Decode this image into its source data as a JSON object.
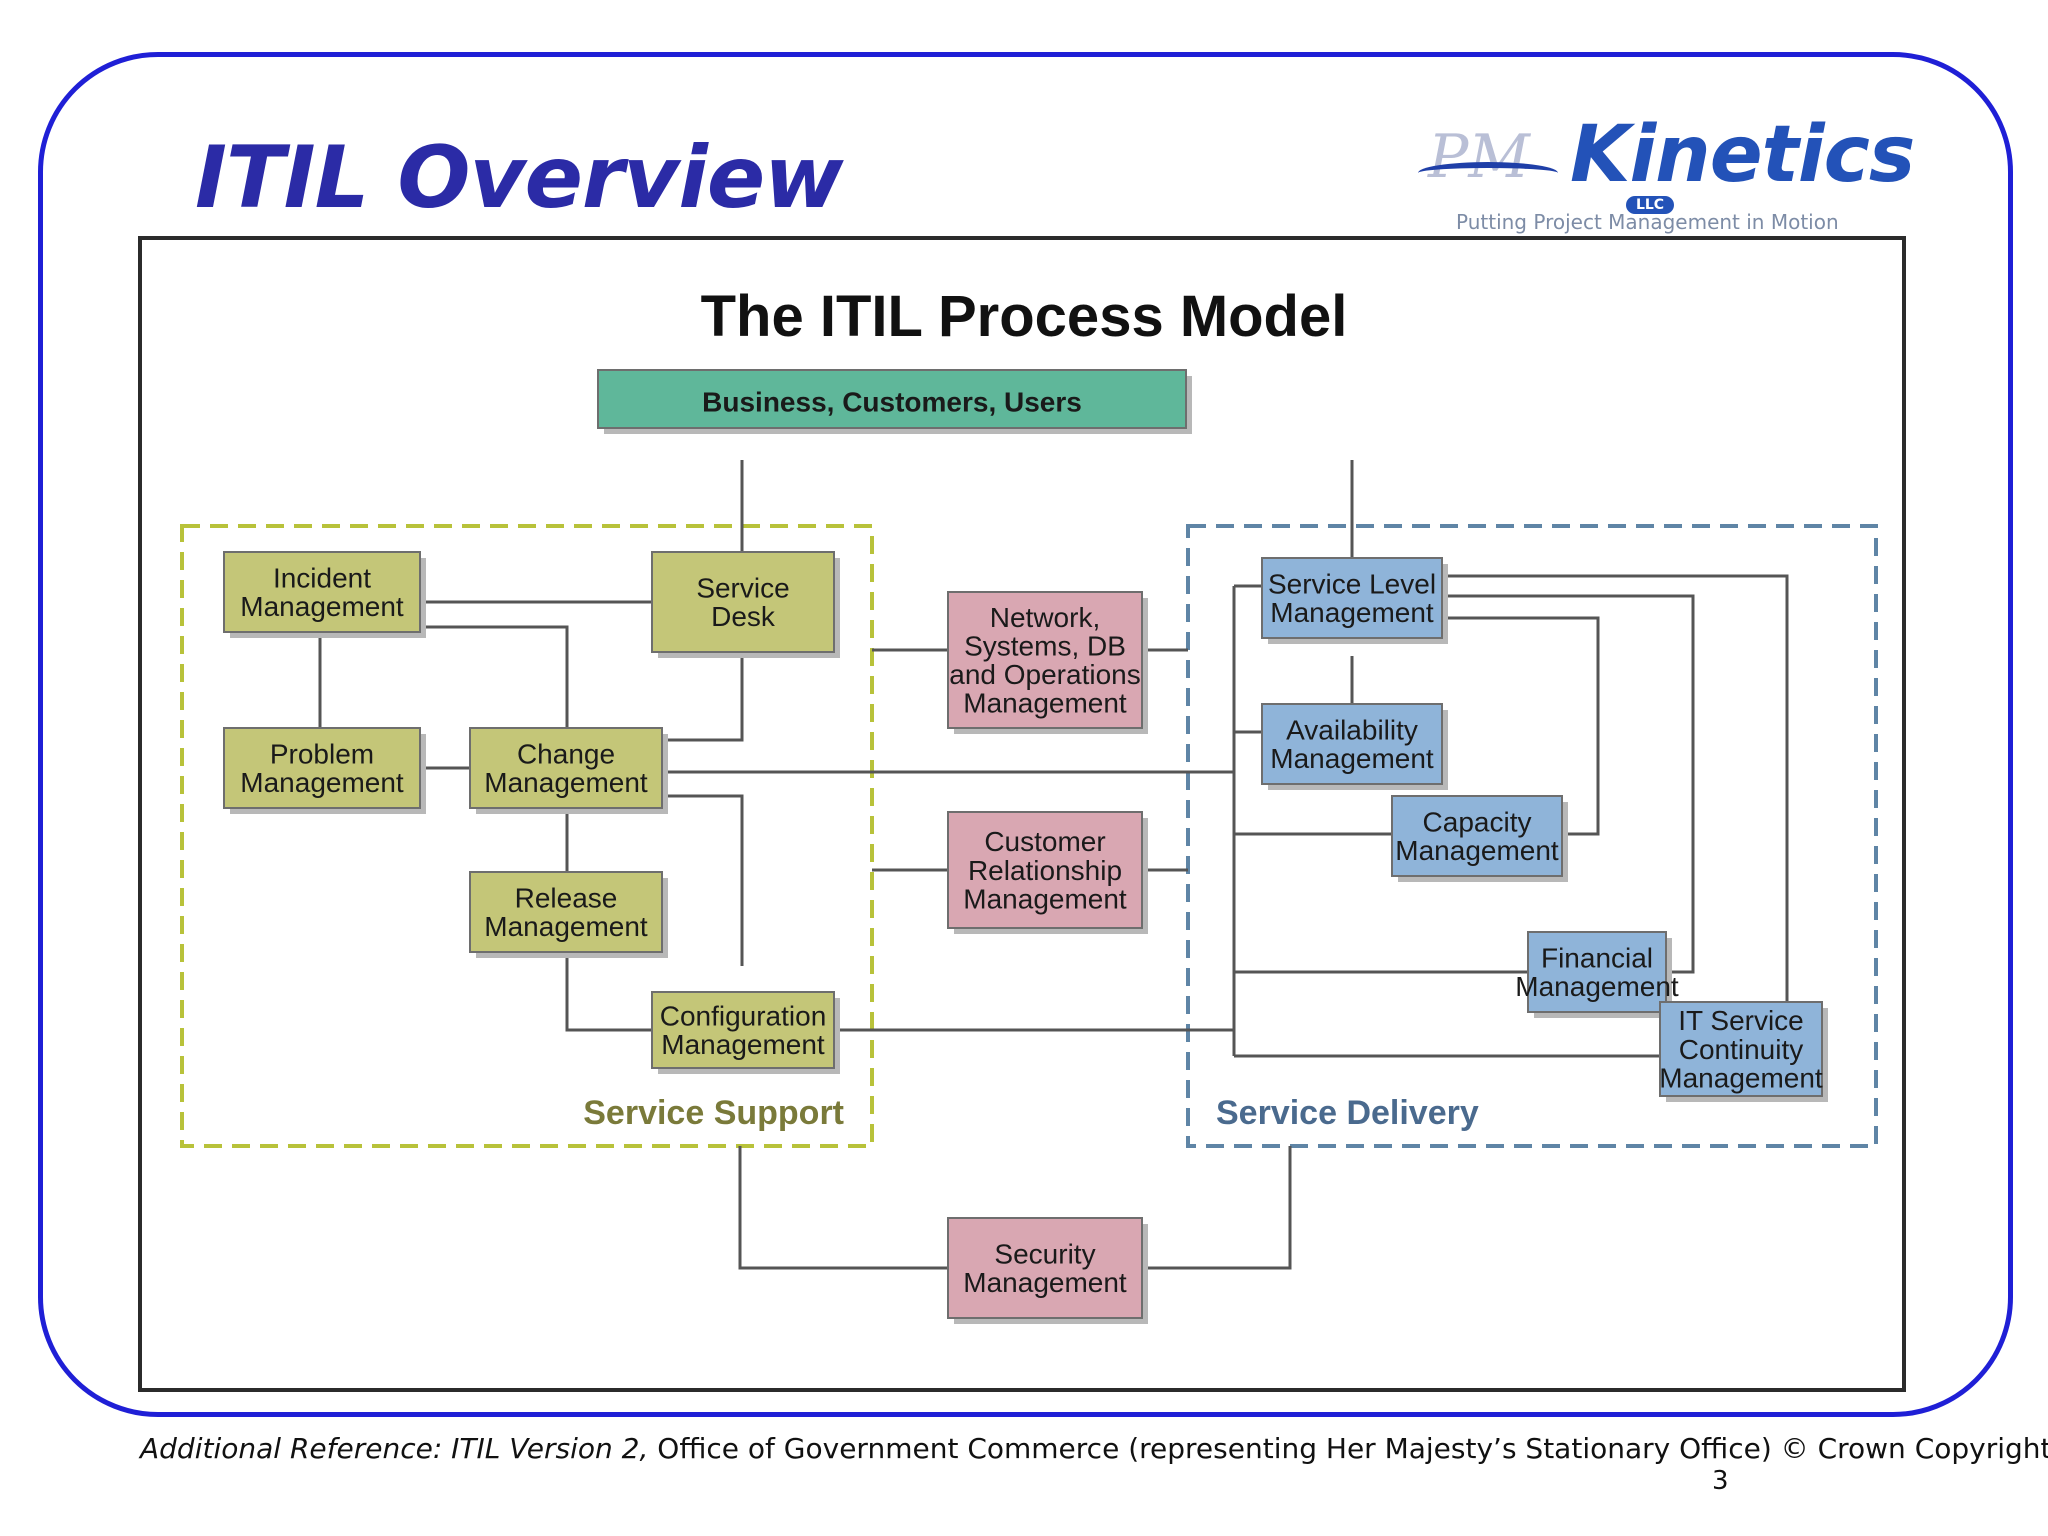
{
  "slide": {
    "title": "ITIL Overview",
    "page_number": "3"
  },
  "logo": {
    "prefix": "PM",
    "name": "Kinetics",
    "suffix": "LLC",
    "tagline": "Putting Project Management in Motion"
  },
  "diagram": {
    "title": "The ITIL Process Model",
    "top_node": "Business, Customers, Users",
    "regions": {
      "support": "Service Support",
      "delivery": "Service Delivery"
    },
    "nodes": {
      "incident": [
        "Incident",
        "Management"
      ],
      "service_desk": [
        "Service",
        "Desk"
      ],
      "problem": [
        "Problem",
        "Management"
      ],
      "change": [
        "Change",
        "Management"
      ],
      "release": [
        "Release",
        "Management"
      ],
      "configuration": [
        "Configuration",
        "Management"
      ],
      "network": [
        "Network,",
        "Systems, DB",
        "and Operations",
        "Management"
      ],
      "customer_relationship": [
        "Customer",
        "Relationship",
        "Management"
      ],
      "security": [
        "Security",
        "Management"
      ],
      "service_level": [
        "Service Level",
        "Management"
      ],
      "availability": [
        "Availability",
        "Management"
      ],
      "capacity": [
        "Capacity",
        "Management"
      ],
      "financial": [
        "Financial",
        "Management"
      ],
      "it_service_continuity": [
        "IT Service",
        "Continuity",
        "Management"
      ]
    },
    "colors": {
      "top_fill": "#5fb79a",
      "support_fill": "#c4c678",
      "middle_fill": "#d9a7b2",
      "delivery_fill": "#8fb4d9",
      "support_border": "#b8c23a",
      "delivery_border": "#5f85a6",
      "connector": "#555555"
    }
  },
  "footer": {
    "reference_italic": "Additional Reference: ITIL Version 2,",
    "reference_rest": " Office of Government Commerce (representing Her Majesty’s Stationary Office) © Crown Copyright."
  }
}
